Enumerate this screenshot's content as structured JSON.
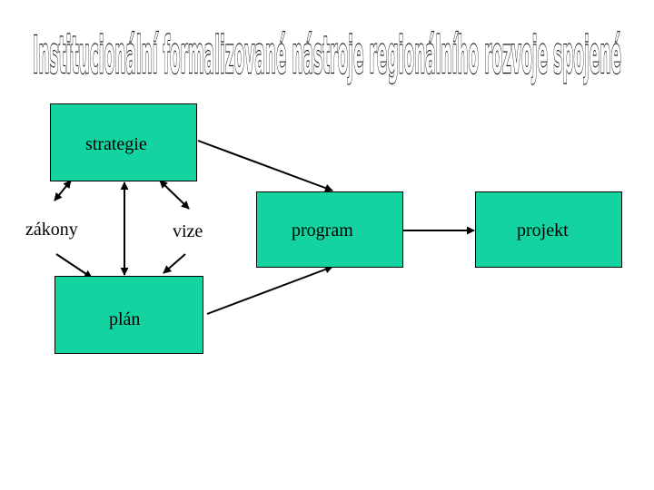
{
  "title": "Institucionální formalizované nástroje regionálního rozvoje spojené",
  "colors": {
    "box_fill": "#13d4a0",
    "border": "#000000",
    "arrow": "#000000",
    "background": "#ffffff"
  },
  "nodes": {
    "strategie": "strategie",
    "zakony": "zákony",
    "vize": "vize",
    "plan": "plán",
    "program": "program",
    "projekt": "projekt"
  },
  "edges": [
    {
      "from": "strategie",
      "to": "zakony",
      "type": "double"
    },
    {
      "from": "strategie",
      "to": "plan",
      "type": "double"
    },
    {
      "from": "strategie",
      "to": "vize",
      "type": "double"
    },
    {
      "from": "strategie",
      "to": "program",
      "type": "single"
    },
    {
      "from": "zakony",
      "to": "plan",
      "type": "single"
    },
    {
      "from": "vize",
      "to": "plan",
      "type": "single"
    },
    {
      "from": "plan",
      "to": "program",
      "type": "single"
    },
    {
      "from": "program",
      "to": "projekt",
      "type": "single"
    }
  ]
}
